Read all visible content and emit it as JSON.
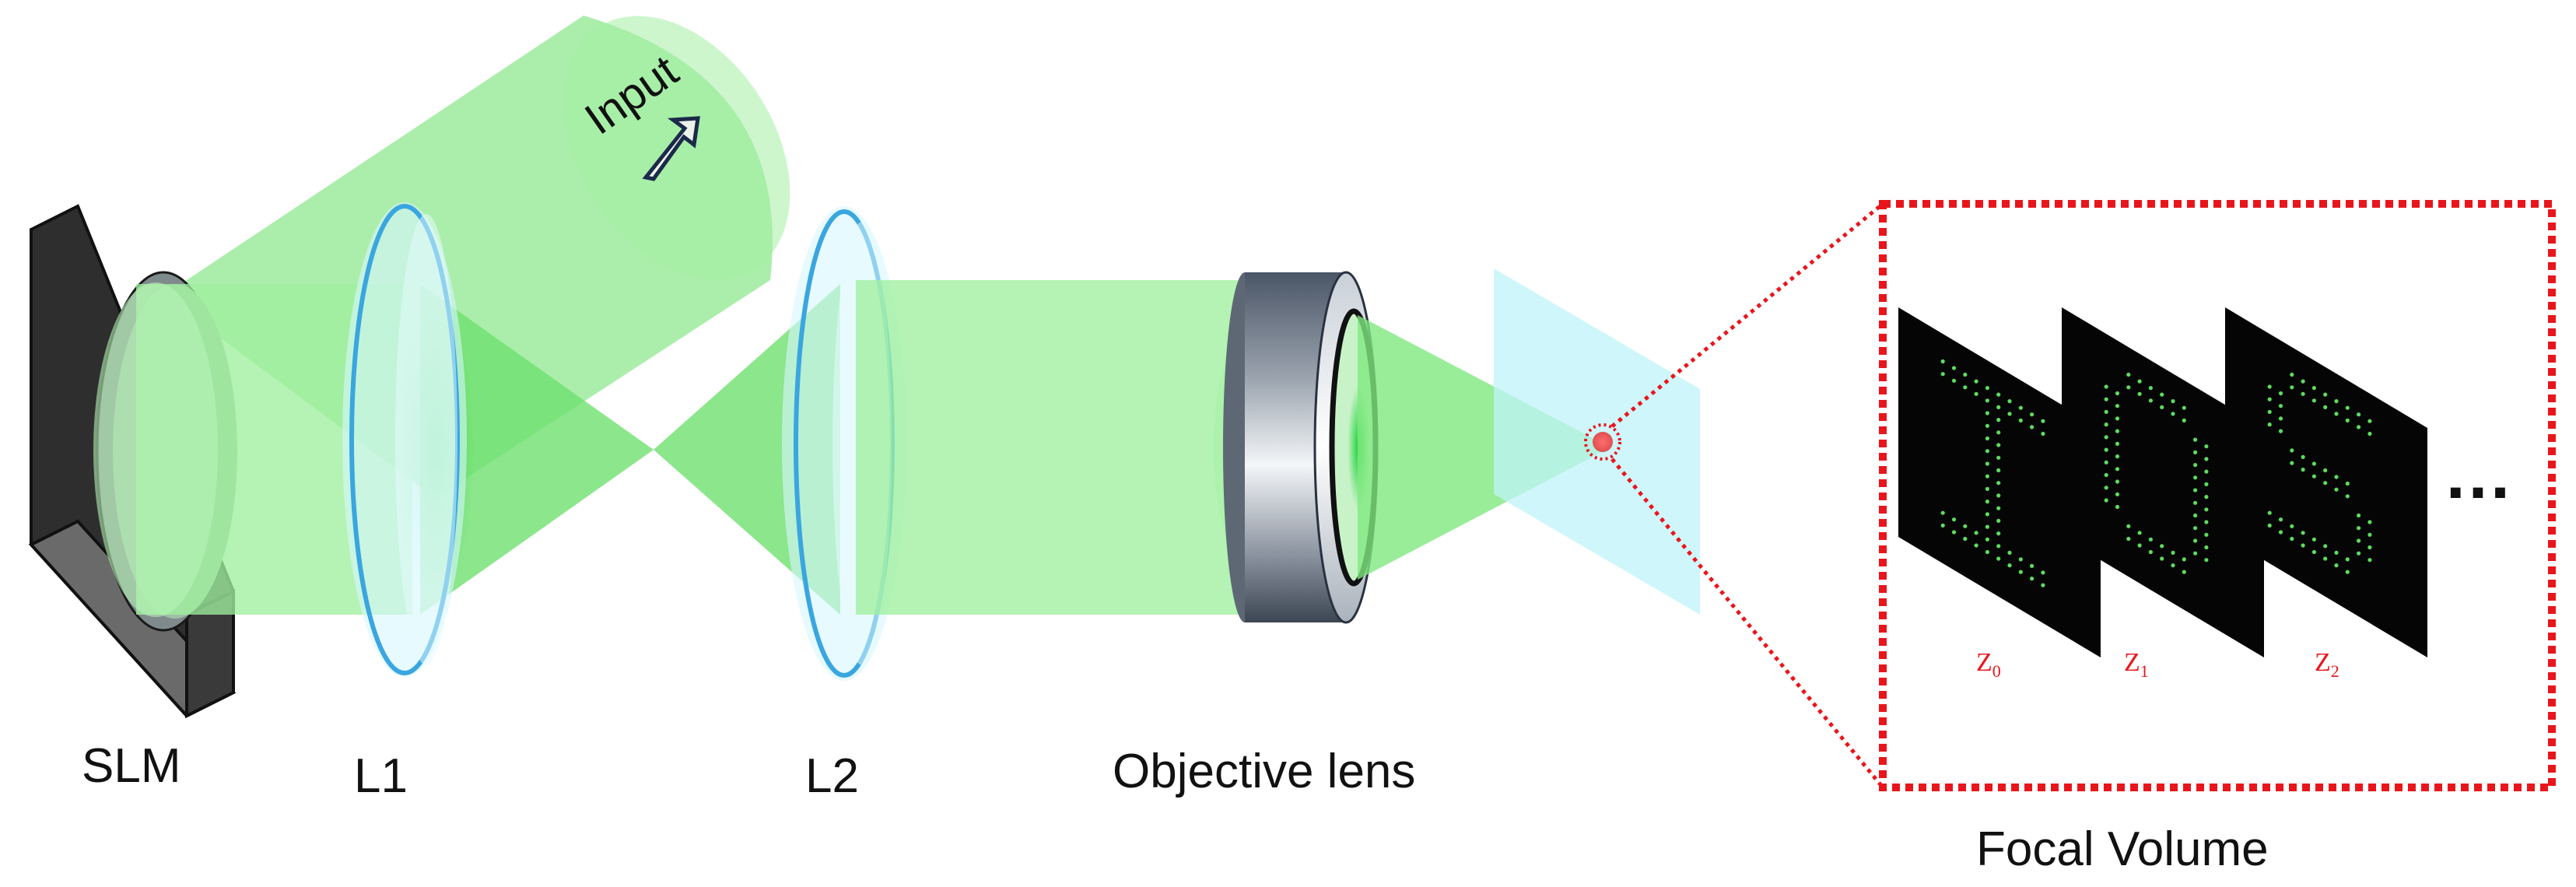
{
  "labels": {
    "input": "Input",
    "slm": "SLM",
    "l1": "L1",
    "l2": "L2",
    "objective": "Objective lens",
    "focal_volume": "Focal Volume",
    "ellipsis": "…"
  },
  "planes": [
    {
      "label_main": "Z",
      "label_sub": "0",
      "letter": "I"
    },
    {
      "label_main": "Z",
      "label_sub": "1",
      "letter": "O"
    },
    {
      "label_main": "Z",
      "label_sub": "2",
      "letter": "S"
    }
  ],
  "colors": {
    "beam": "#7fe87f",
    "beam_core": "#22dd33",
    "lens_edge": "#3aa6e0",
    "lens_fill": "#cdf3ff",
    "slm_body": "#3c3c3c",
    "focal_plane": "#bff3f8",
    "callout": "#e8161c",
    "dot_pattern": "#5ddc5d",
    "panel": "#050505"
  },
  "icons": {
    "input_arrow": "arrow-icon"
  }
}
